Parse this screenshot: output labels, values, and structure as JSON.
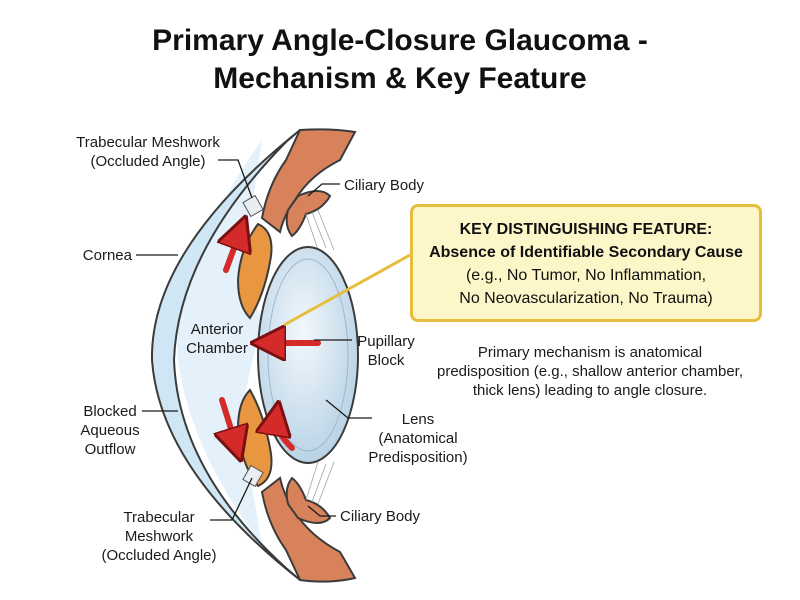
{
  "title": {
    "line1": "Primary Angle-Closure Glaucoma -",
    "line2": "Mechanism & Key Feature"
  },
  "labels": {
    "trabecular_top": [
      "Trabecular Meshwork",
      "(Occluded Angle)"
    ],
    "ciliary_top": [
      "Ciliary Body"
    ],
    "cornea": [
      "Cornea"
    ],
    "anterior_chamber": [
      "Anterior",
      "Chamber"
    ],
    "pupillary_block": [
      "Pupillary",
      "Block"
    ],
    "blocked_outflow": [
      "Blocked",
      "Aqueous",
      "Outflow"
    ],
    "lens": [
      "Lens",
      "(Anatomical",
      "Predisposition)"
    ],
    "trabecular_bottom": [
      "Trabecular",
      "Meshwork",
      "(Occluded Angle)"
    ],
    "ciliary_bottom": [
      "Ciliary Body"
    ]
  },
  "key_feature": {
    "heading": "KEY DISTINGUISHING FEATURE:",
    "subheading": "Absence of Identifiable Secondary Cause",
    "examples_line1": "(e.g., No Tumor, No Inflammation,",
    "examples_line2": "No Neovascularization, No Trauma)"
  },
  "mechanism_note": [
    "Primary mechanism is anatomical",
    "predisposition (e.g., shallow anterior chamber,",
    "thick lens) leading to angle closure."
  ],
  "colors": {
    "cornea_fill": "#cfe6f4",
    "cornea_stroke": "#3b3b3b",
    "chamber_fill": "#e4f1fa",
    "sclera_fill": "#d7825a",
    "iris_fill": "#e8963f",
    "lens_fill": "#d8e8f3",
    "arrow_red": "#d42a2a",
    "box_fill": "#fdf6c9",
    "box_border": "#e6bd3c"
  }
}
